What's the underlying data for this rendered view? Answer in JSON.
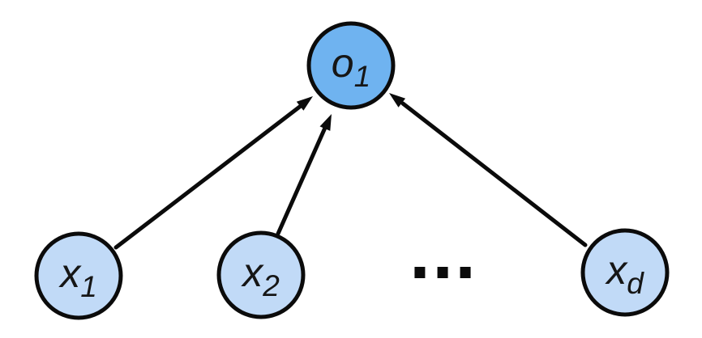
{
  "diagram": {
    "background": "#ffffff",
    "nodes": {
      "output": {
        "id": "o1",
        "main": "o",
        "sub": "1",
        "fill": "#6FB3F0"
      },
      "input_1": {
        "id": "x1",
        "main": "x",
        "sub": "1",
        "fill": "#C1DAF7"
      },
      "input_2": {
        "id": "x2",
        "main": "x",
        "sub": "2",
        "fill": "#C1DAF7"
      },
      "input_d": {
        "id": "xd",
        "main": "x",
        "sub": "d",
        "fill": "#C1DAF7"
      },
      "ellipsis": "..."
    },
    "edges": [
      {
        "from": "x1",
        "to": "o1"
      },
      {
        "from": "x2",
        "to": "o1"
      },
      {
        "from": "xd",
        "to": "o1"
      }
    ],
    "colors": {
      "stroke": "#0b0b0b",
      "text": "#161616"
    }
  }
}
